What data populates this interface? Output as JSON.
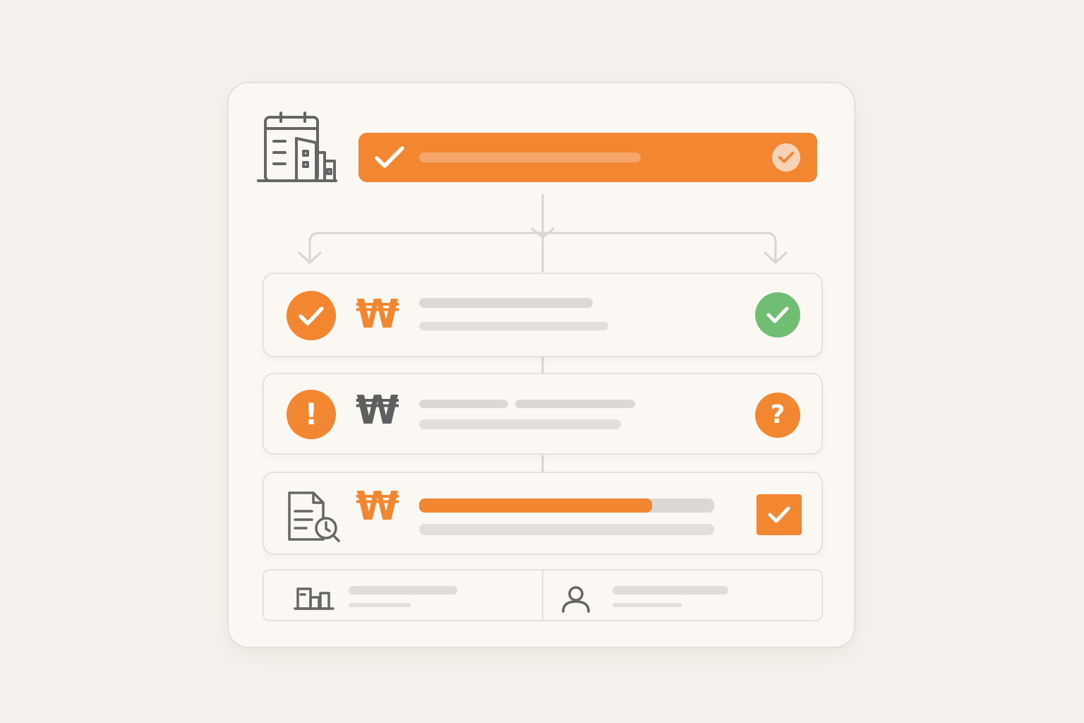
{
  "colors": {
    "accent": "#f28631",
    "accent_light": "#f6a66a",
    "success": "#6fbe74",
    "placeholder_line": "#dcd8d3",
    "icon_gray": "#666666",
    "card_bg": "#fbf8f4",
    "page_bg": "#f6f1ec"
  },
  "header": {
    "icon": "calendar-building-icon",
    "status_bar": {
      "check_icon": "check-icon",
      "status_icon": "check-circle-icon"
    }
  },
  "flow": {
    "connector_icon": "branch-arrows-icon"
  },
  "rows": [
    {
      "status_icon": "check-circle-icon",
      "currency_symbol": "₩",
      "currency_state": "accent",
      "end_icon": "check-circle-icon",
      "end_state": "success"
    },
    {
      "status_icon": "exclamation-circle-icon",
      "currency_symbol": "₩",
      "currency_state": "neutral",
      "end_icon": "question-circle-icon",
      "end_state": "accent",
      "end_symbol": "?",
      "status_symbol": "!"
    },
    {
      "status_icon": "document-search-icon",
      "currency_symbol": "₩",
      "currency_state": "accent",
      "progress": 0.79,
      "end_icon": "checkbox-checked-icon",
      "end_state": "accent"
    }
  ],
  "footer": {
    "left_icon": "buildings-icon",
    "right_icon": "user-icon"
  }
}
